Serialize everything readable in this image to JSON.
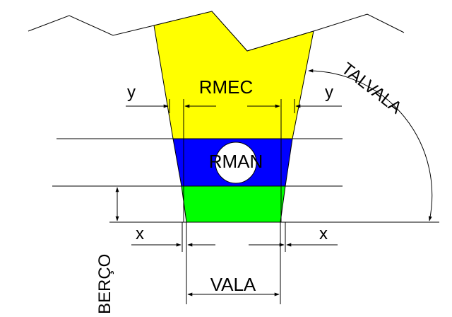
{
  "labels": {
    "rmec": "RMEC",
    "rman": "RMAN",
    "talvala": "TALVALA",
    "vala": "VALA",
    "berco": "BERÇO",
    "y_left": "y",
    "y_right": "y",
    "x_left": "x",
    "x_right": "x"
  },
  "colors": {
    "rmec_fill": "#ffff00",
    "rman_fill": "#0000ff",
    "berco_fill": "#00ff00",
    "pipe_fill": "#ffffff",
    "line": "#000000"
  }
}
